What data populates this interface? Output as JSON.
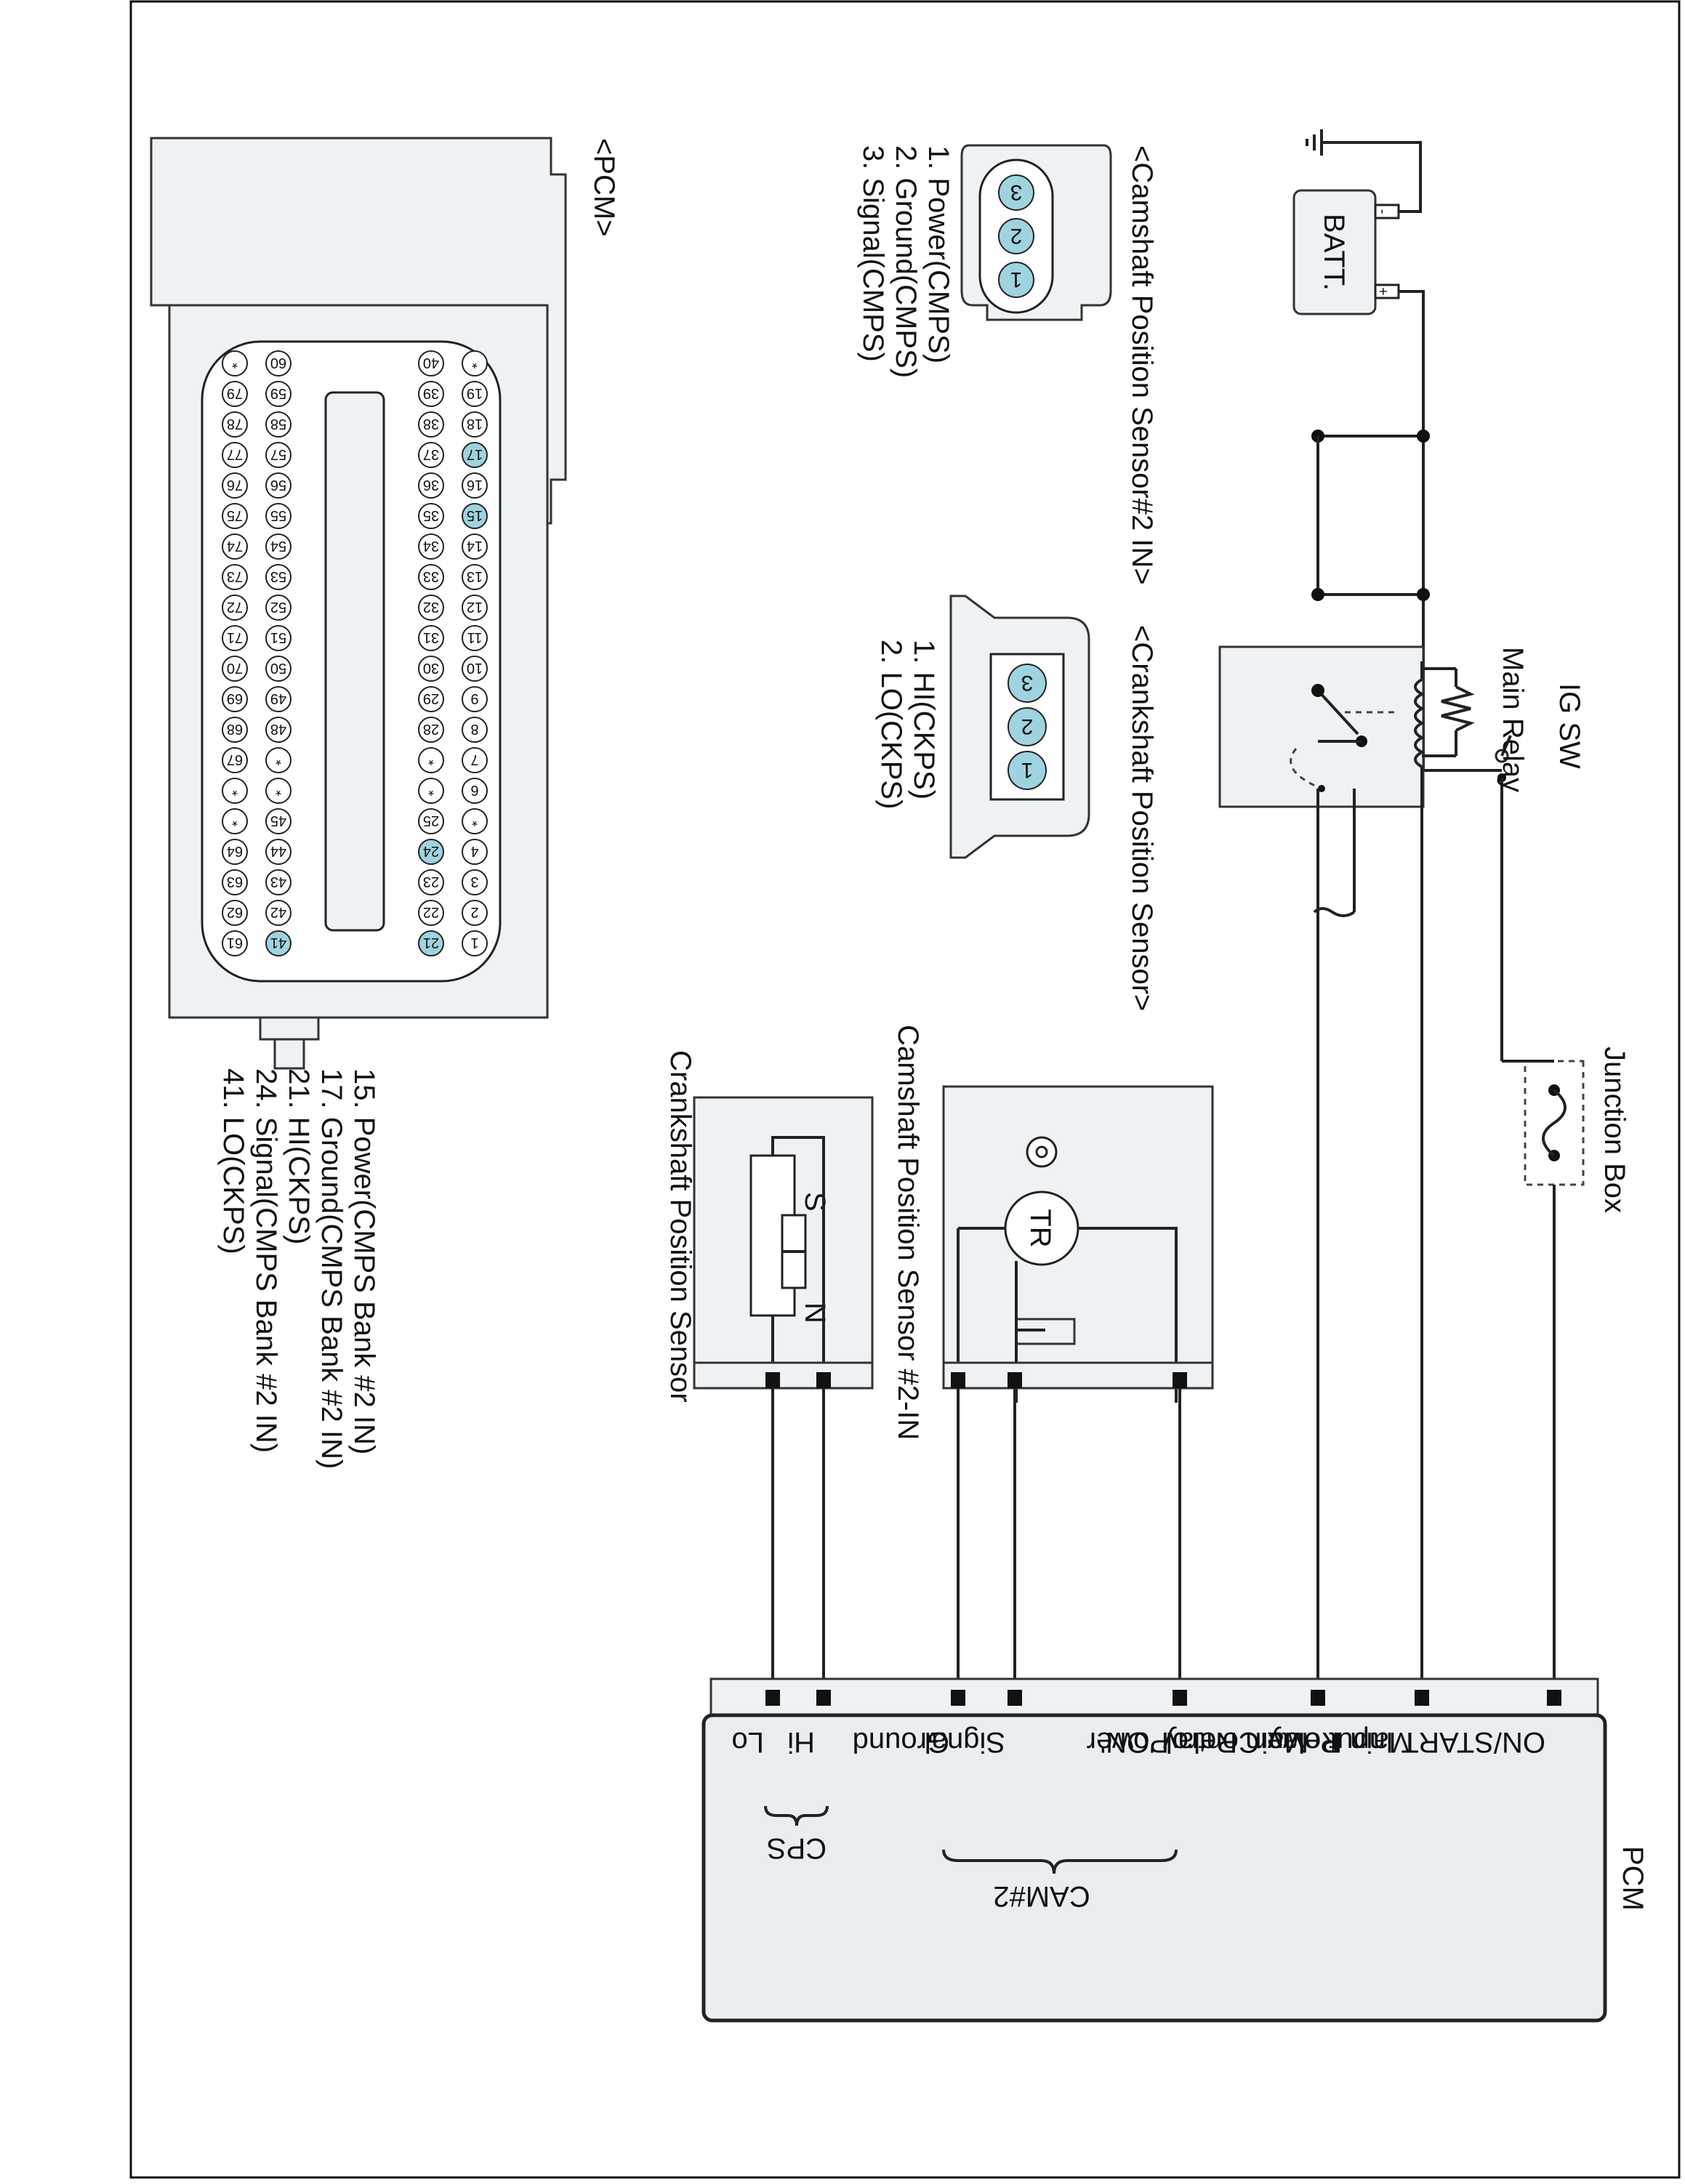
{
  "components": {
    "battery": "BATT.",
    "battery_minus": "-",
    "battery_plus": "+",
    "ig_switch": "IG SW",
    "main_relay": "Main Relay",
    "junction_box": "Junction Box",
    "cam_sensor_box": "Camshaft Position Sensor #2-IN",
    "cam_transistor": "TR",
    "crank_sensor_box": "Crankshaft Position Sensor",
    "crank_s": "S",
    "crank_n": "N"
  },
  "pcm": {
    "title": "PCM",
    "terminals": [
      "ON/START Input",
      "Main Relay Control",
      "Main Relay 'ON'",
      "Power",
      "Power",
      "Signal",
      "Ground",
      "Hi",
      "Lo"
    ],
    "groups": {
      "cam": "CAM#2",
      "cps": "CPS"
    }
  },
  "cam_connector": {
    "title": "<Camshaft Position Sensor#2 IN>",
    "pins": [
      "3",
      "2",
      "1"
    ],
    "legend": [
      "1. Power(CMPS)",
      "2. Ground(CMPS)",
      "3. Signal(CMPS)"
    ]
  },
  "crank_connector": {
    "title": "<Crankshaft Position Sensor>",
    "pins": [
      "3",
      "2",
      "1"
    ],
    "legend": [
      "1. HI(CKPS)",
      "2. LO(CKPS)"
    ]
  },
  "pcm_connector": {
    "title": "<PCM>",
    "row1": [
      "*",
      "19",
      "18",
      "17",
      "16",
      "15",
      "14",
      "13",
      "12",
      "11",
      "10",
      "9",
      "8",
      "7",
      "6",
      "*",
      "4",
      "3",
      "2",
      "1"
    ],
    "row2": [
      "40",
      "39",
      "38",
      "37",
      "36",
      "35",
      "34",
      "33",
      "32",
      "31",
      "30",
      "29",
      "28",
      "*",
      "*",
      "25",
      "24",
      "23",
      "22",
      "21"
    ],
    "row3": [
      "60",
      "59",
      "58",
      "57",
      "56",
      "55",
      "54",
      "53",
      "52",
      "51",
      "50",
      "49",
      "48",
      "*",
      "*",
      "45",
      "44",
      "43",
      "42",
      "41"
    ],
    "row4": [
      "*",
      "79",
      "78",
      "77",
      "76",
      "75",
      "74",
      "73",
      "72",
      "71",
      "70",
      "69",
      "68",
      "67",
      "*",
      "*",
      "64",
      "63",
      "62",
      "61"
    ],
    "highlighted": [
      "15",
      "17",
      "21",
      "24",
      "41"
    ],
    "legend": [
      "15. Power(CMPS Bank #2 IN)",
      "17. Ground(CMPS Bank #2 IN)",
      "21. HI(CKPS)",
      "24. Signal(CMPS Bank #2 IN)",
      "41. LO(CKPS)"
    ]
  }
}
